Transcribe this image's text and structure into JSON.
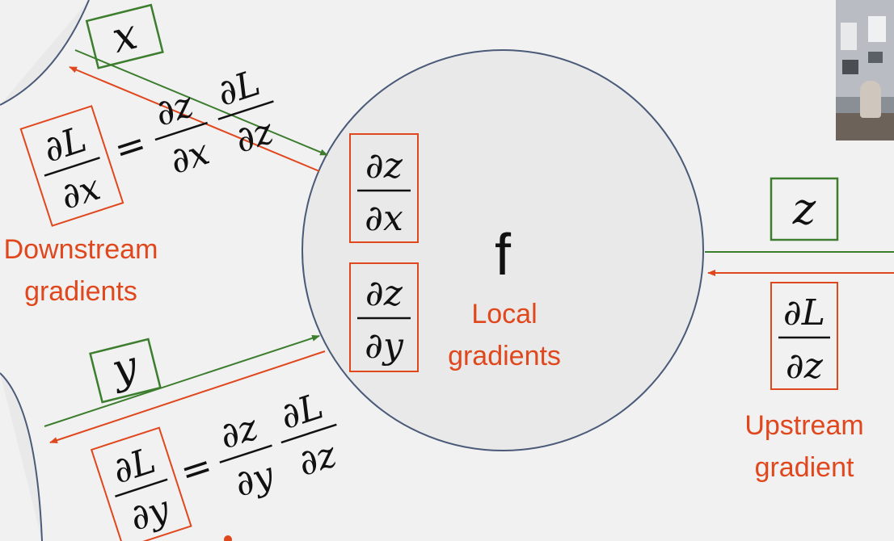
{
  "node": {
    "label": "f"
  },
  "inputs": {
    "x": {
      "symbol": "x"
    },
    "y": {
      "symbol": "y"
    }
  },
  "output": {
    "symbol": "z"
  },
  "local_gradients": {
    "dz_dx": {
      "num": "∂z",
      "den": "∂x"
    },
    "dz_dy": {
      "num": "∂z",
      "den": "∂y"
    },
    "line1": "Local",
    "line2": "gradients"
  },
  "upstream": {
    "num": "∂L",
    "den": "∂z",
    "line1": "Upstream",
    "line2": "gradient"
  },
  "downstream": {
    "line1": "Downstream",
    "line2": "gradients",
    "x_eq": {
      "lhs_num": "∂L",
      "lhs_den": "∂x",
      "eq": "=",
      "t1_num": "∂z",
      "t1_den": "∂x",
      "t2_num": "∂L",
      "t2_den": "∂z"
    },
    "y_eq": {
      "lhs_num": "∂L",
      "lhs_den": "∂y",
      "eq": "=",
      "t1_num": "∂z",
      "t1_den": "∂y",
      "t2_num": "∂L",
      "t2_den": "∂z"
    }
  },
  "colors": {
    "green": "#3c7d2e",
    "red": "#e0471d",
    "node_stroke": "#4a5a78",
    "node_fill": "#e9e9e9"
  }
}
